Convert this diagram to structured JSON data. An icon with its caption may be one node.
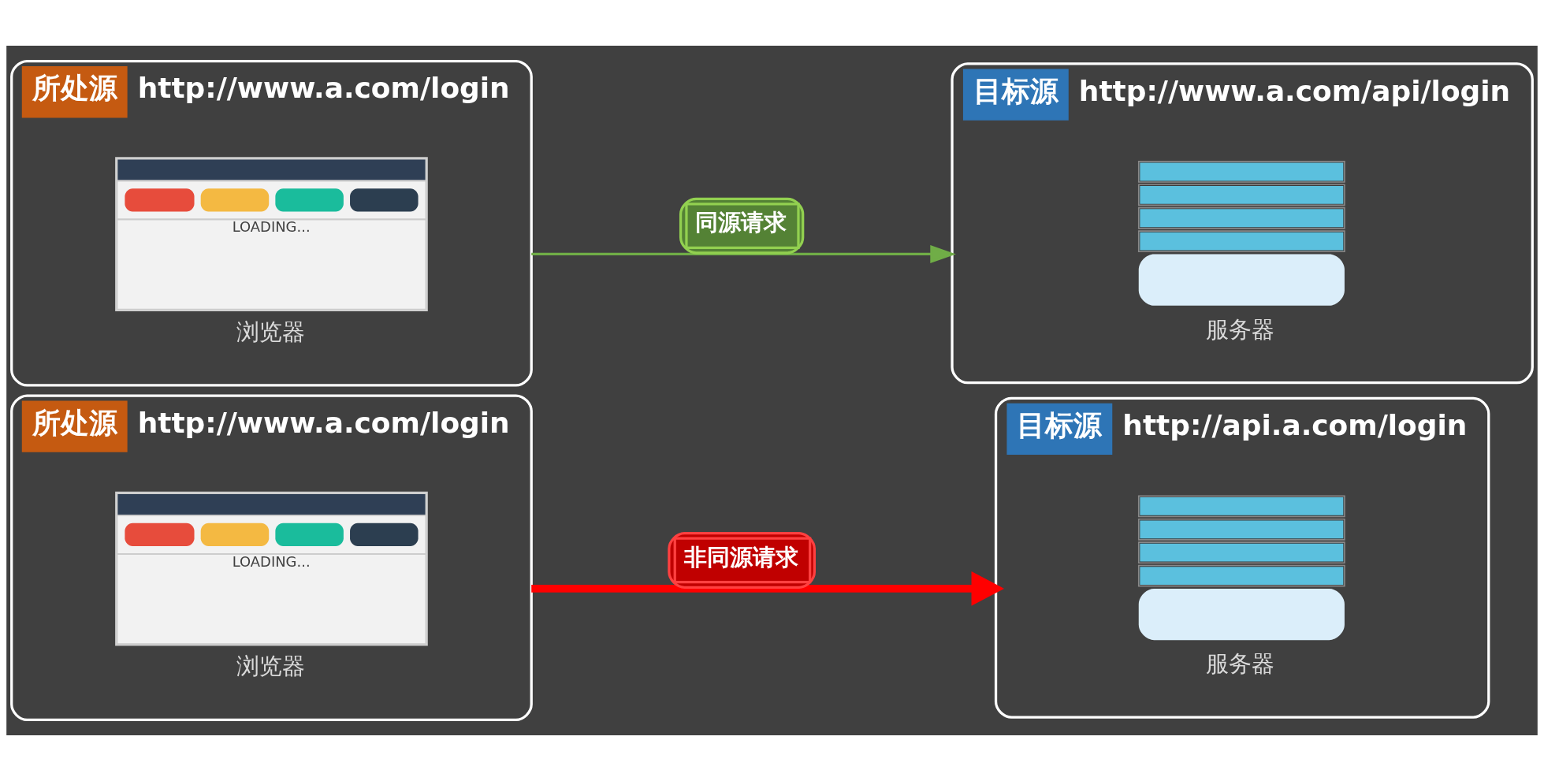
{
  "diagram": {
    "nodes": [
      {
        "text": [
          "所处源",
          "http://www.a.com/login"
        ]
      },
      {
        "text": [
          "LOADING..."
        ],
        "in": 0,
        "beside": [
          "浏览器"
        ]
      },
      {
        "text": [
          "目标源",
          "http://www.a.com/api/login"
        ]
      },
      {
        "text": [],
        "shape": "picture",
        "in": 2,
        "beside": [
          "服务器"
        ]
      },
      {
        "text": [
          "所处源",
          "http://www.a.com/login"
        ]
      },
      {
        "text": [
          "LOADING..."
        ],
        "in": 4,
        "beside": [
          "浏览器"
        ]
      },
      {
        "text": [
          "目标源",
          "http://api.a.com/login"
        ]
      },
      {
        "text": [],
        "shape": "picture",
        "in": 6,
        "beside": [
          "服务器"
        ]
      }
    ],
    "edges": [
      {
        "from": 0,
        "to": 2,
        "arrow": "to",
        "label": "同源请求",
        "color": "#70ad47"
      },
      {
        "from": 4,
        "to": 6,
        "arrow": "to",
        "label": "非同源请求",
        "color": "#ff0000",
        "style": "thick"
      }
    ]
  }
}
